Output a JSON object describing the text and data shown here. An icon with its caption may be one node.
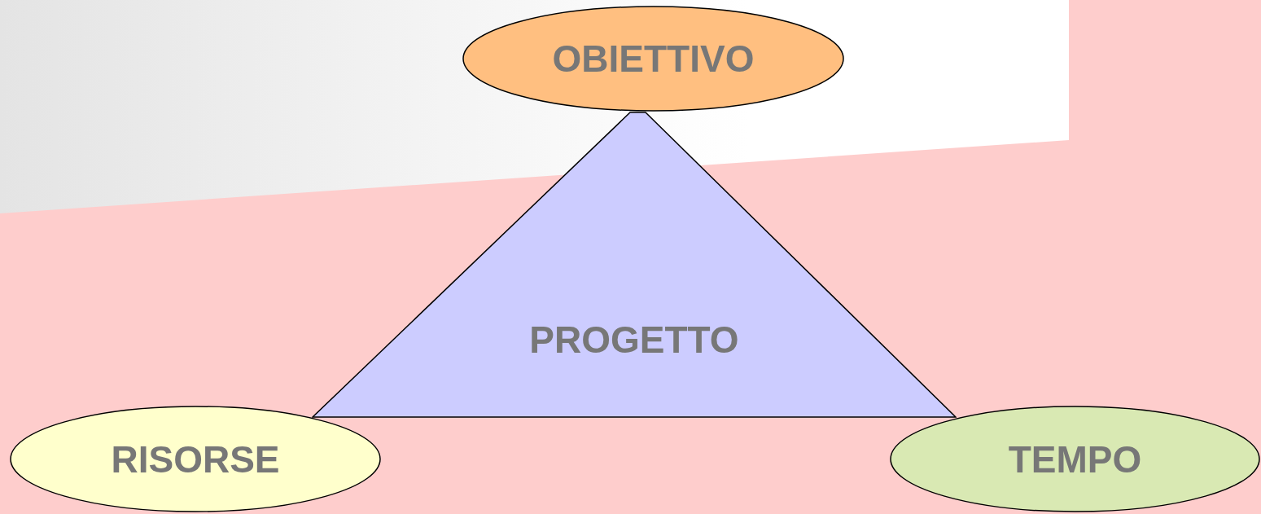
{
  "diagram": {
    "nodes": [
      {
        "text": [
          "OBIETTIVO"
        ]
      },
      {
        "text": [
          "PROGETTO"
        ]
      },
      {
        "text": [
          "RISORSE"
        ]
      },
      {
        "text": [
          "TEMPO"
        ]
      }
    ]
  }
}
